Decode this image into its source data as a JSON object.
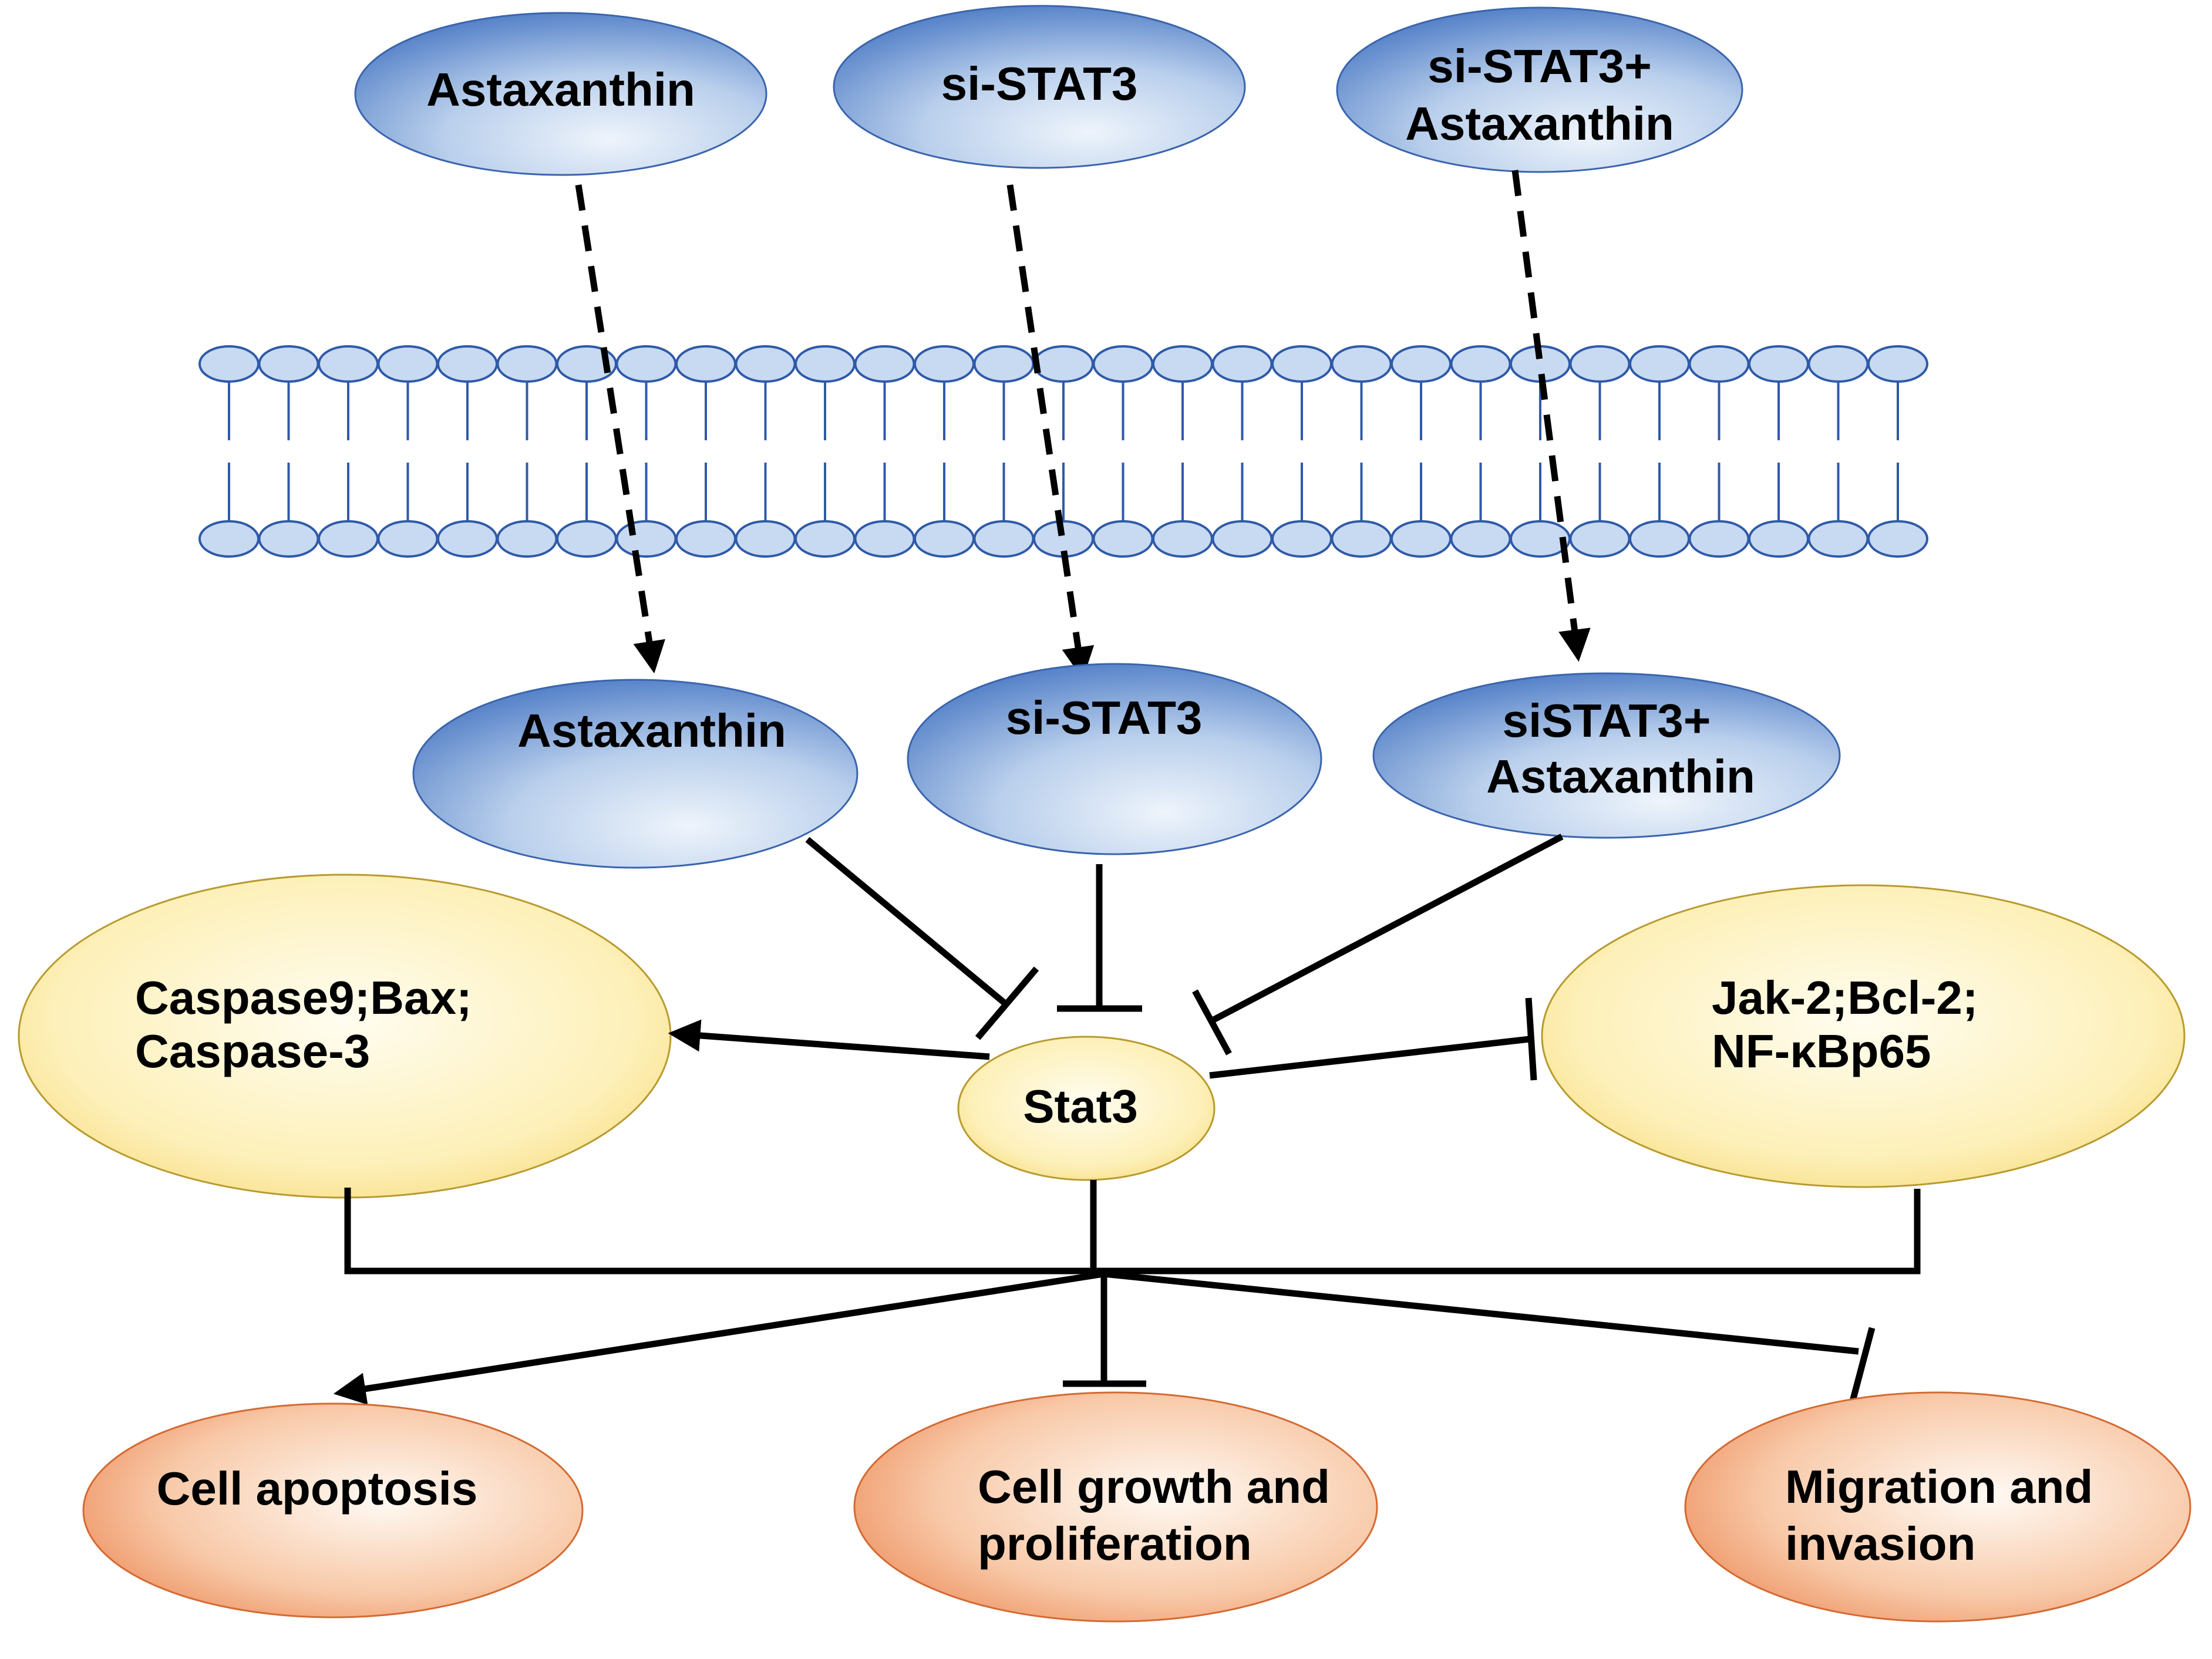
{
  "colors": {
    "blue_dark": "#3d6fbf",
    "blue_light": "#e8f0fa",
    "yellow_light": "#fffdf0",
    "yellow_dark": "#f8d76a",
    "orange_light": "#fff6ef",
    "orange_dark": "#eb8653",
    "membrane_fill": "#c8daf1",
    "membrane_stroke": "#2f5aa8",
    "line": "#000000"
  },
  "outside": {
    "astaxanthin": "Astaxanthin",
    "si_stat3": "si-STAT3",
    "combo_line1": "si-STAT3+",
    "combo_line2": "Astaxanthin"
  },
  "inside": {
    "astaxanthin": "Astaxanthin",
    "si_stat3": "si-STAT3",
    "combo_line1": "siSTAT3+",
    "combo_line2": "Astaxanthin"
  },
  "stat3": "Stat3",
  "pro_apoptotic": {
    "line1": "Caspase9;Bax;",
    "line2": "Caspase-3"
  },
  "anti_apoptotic": {
    "line1": "Jak-2;Bcl-2;",
    "line2": "NF-κBp65"
  },
  "outcomes": {
    "apoptosis": "Cell apoptosis",
    "growth_line1": "Cell growth and",
    "growth_line2": "proliferation",
    "migration_line1": "Migration and",
    "migration_line2": "invasion"
  }
}
